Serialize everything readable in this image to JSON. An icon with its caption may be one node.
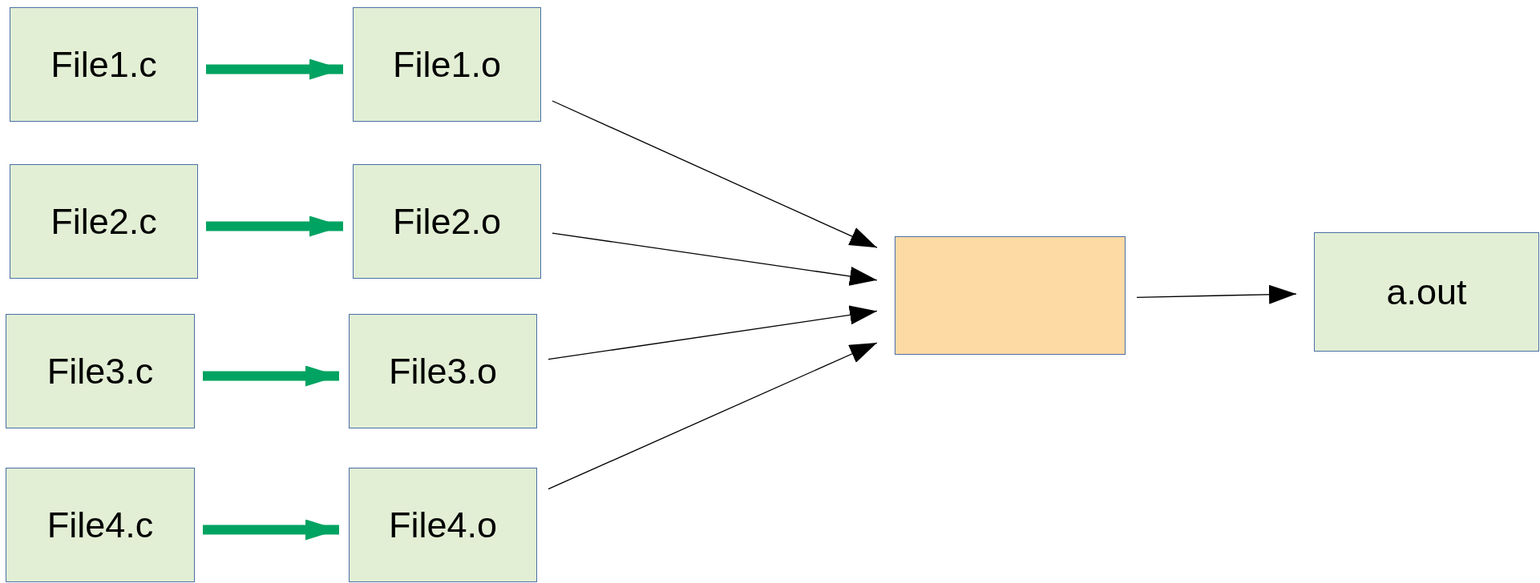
{
  "diagram": {
    "nodes": [
      {
        "text": [
          "File1.c"
        ]
      },
      {
        "text": [
          "File1.o"
        ]
      },
      {
        "text": [
          "File2.c"
        ]
      },
      {
        "text": [
          "File2.o"
        ]
      },
      {
        "text": [
          "File3.c"
        ]
      },
      {
        "text": [
          "File3.o"
        ]
      },
      {
        "text": [
          "File4.c"
        ]
      },
      {
        "text": [
          "File4.o"
        ]
      },
      {
        "text": [],
        "shape": "box"
      },
      {
        "text": [
          "a.out"
        ]
      }
    ],
    "edges": [
      {
        "from": 0,
        "to": 1,
        "arrow": "to",
        "style": "thick",
        "color": "#00a362"
      },
      {
        "from": 2,
        "to": 3,
        "arrow": "to",
        "style": "thick",
        "color": "#00a362"
      },
      {
        "from": 4,
        "to": 5,
        "arrow": "to",
        "style": "thick",
        "color": "#00a362"
      },
      {
        "from": 6,
        "to": 7,
        "arrow": "to",
        "style": "thick",
        "color": "#00a362"
      },
      {
        "from": 1,
        "to": 8,
        "arrow": "to"
      },
      {
        "from": 3,
        "to": 8,
        "arrow": "to"
      },
      {
        "from": 5,
        "to": 8,
        "arrow": "to"
      },
      {
        "from": 7,
        "to": 8,
        "arrow": "to"
      },
      {
        "from": 8,
        "to": 9,
        "arrow": "to"
      }
    ]
  }
}
